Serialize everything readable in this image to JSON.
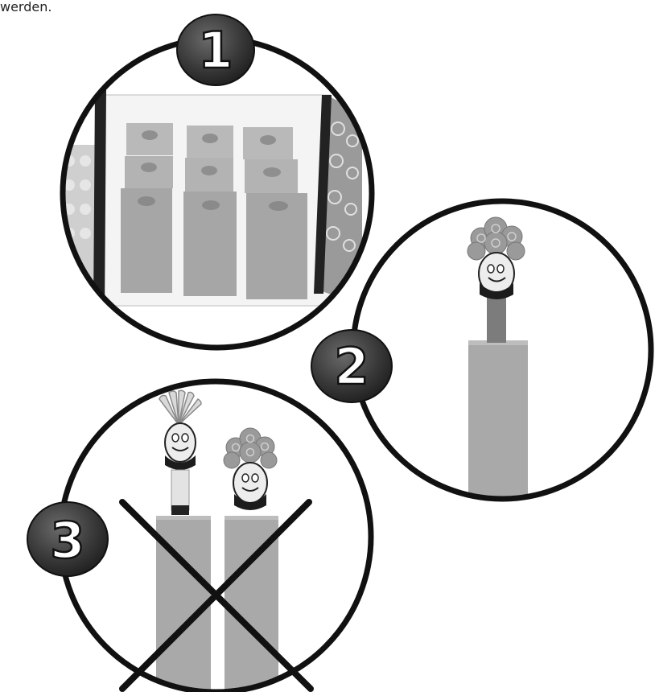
{
  "text": {
    "top_line": "werden."
  },
  "steps": [
    {
      "number": "1"
    },
    {
      "number": "2"
    },
    {
      "number": "3"
    }
  ],
  "colors": {
    "outline": "#111111",
    "block": "#a9a9a9",
    "block_dark": "#8e8e8e",
    "block_light": "#c4c4c4",
    "badge": "#3a3a3a",
    "badge_text": "#ffffff"
  }
}
